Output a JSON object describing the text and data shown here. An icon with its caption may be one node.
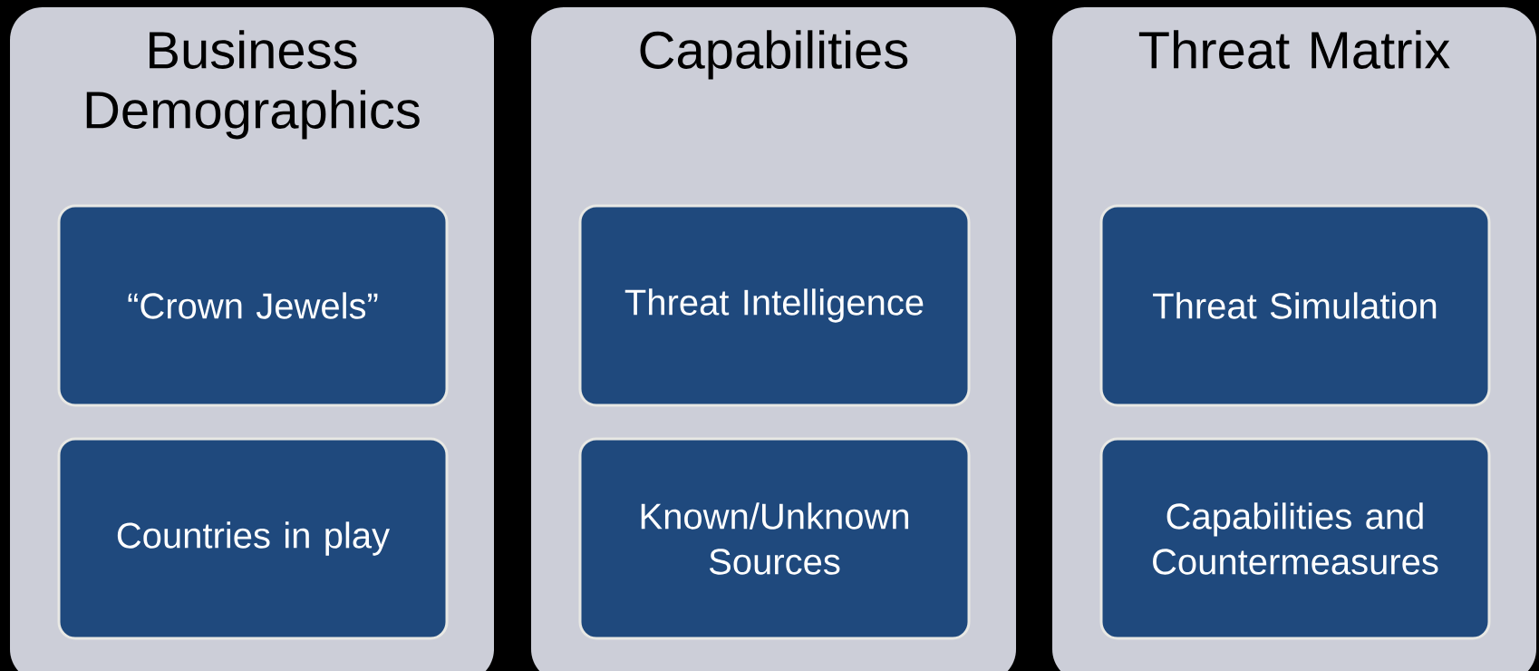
{
  "diagram": {
    "nodes": [
      {
        "text": [
          "Business Demographics"
        ]
      },
      {
        "text": [
          "“Crown Jewels”"
        ],
        "in": 0
      },
      {
        "text": [
          "Countries in play"
        ],
        "in": 0
      },
      {
        "text": [
          "Capabilities"
        ]
      },
      {
        "text": [
          "Threat Intelligence"
        ],
        "in": 3
      },
      {
        "text": [
          "Known/Unknown Sources"
        ],
        "in": 3
      },
      {
        "text": [
          "Threat Matrix"
        ]
      },
      {
        "text": [
          "Threat Simulation"
        ],
        "in": 6
      },
      {
        "text": [
          "Capabilities and Countermeasures"
        ],
        "in": 6
      }
    ]
  }
}
